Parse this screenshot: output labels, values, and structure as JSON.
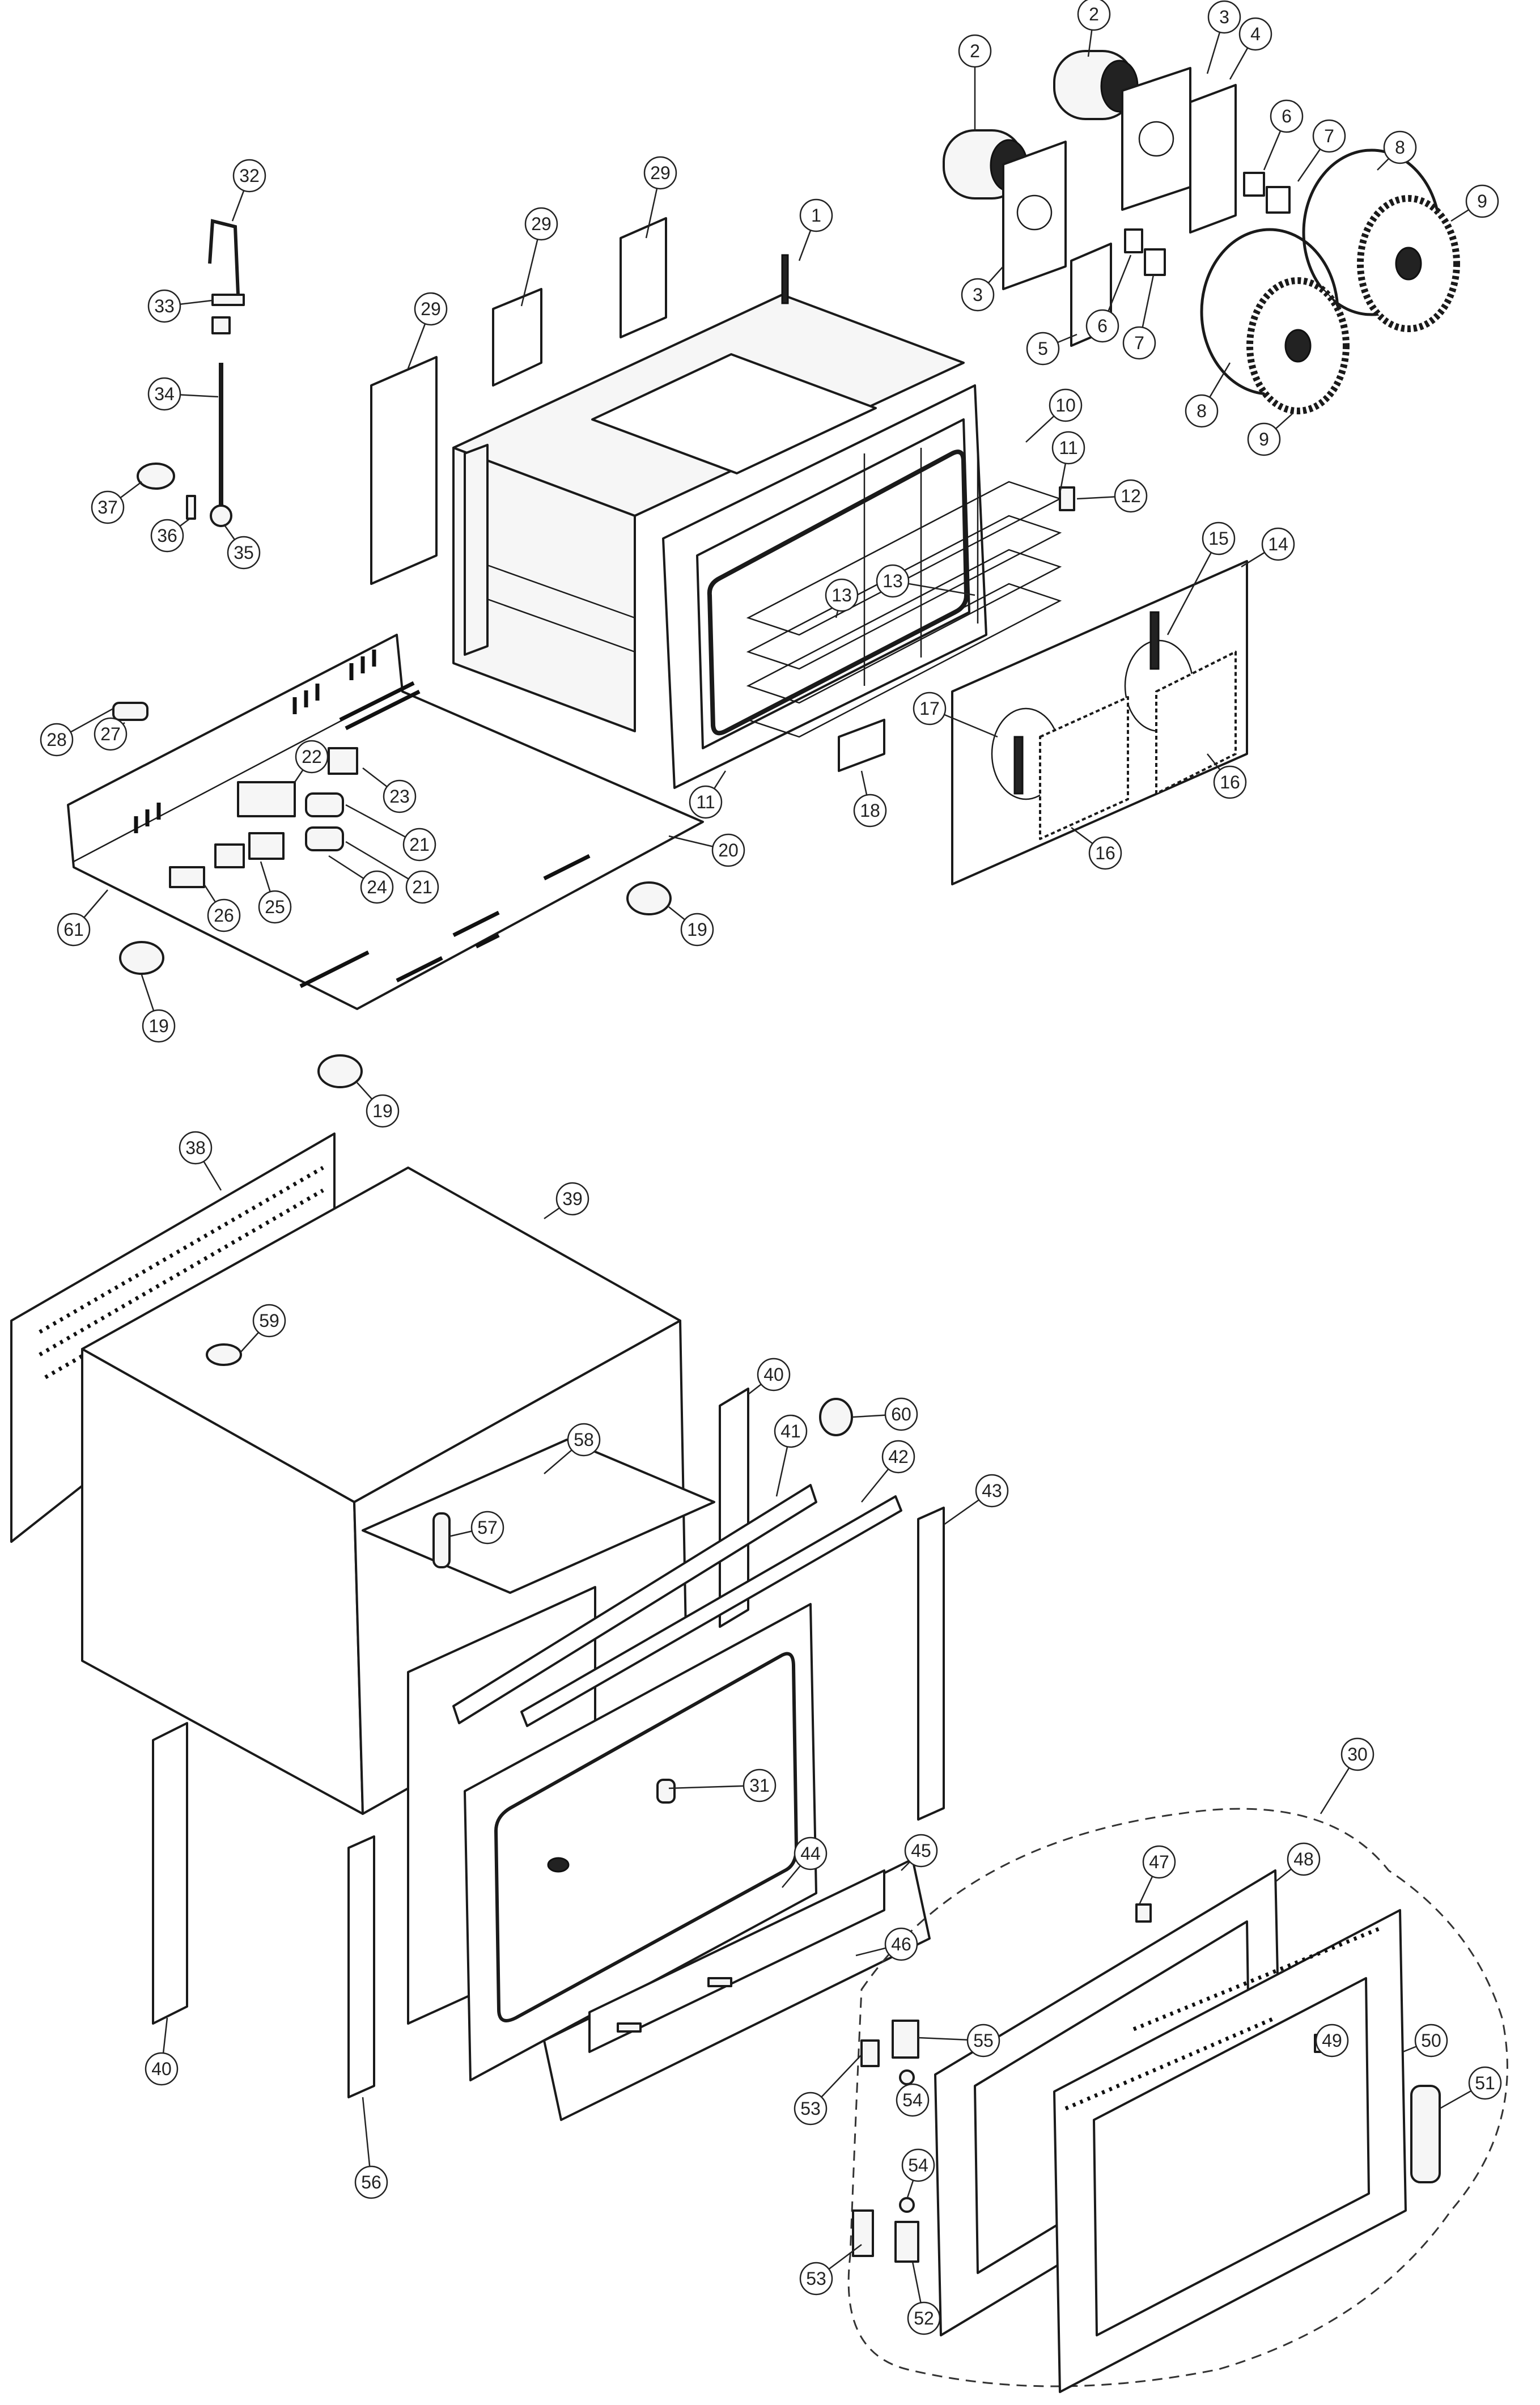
{
  "diagram": {
    "type": "exploded-parts-diagram",
    "subject": "convection oven",
    "callouts": [
      "1",
      "2",
      "2",
      "3",
      "3",
      "4",
      "5",
      "6",
      "6",
      "7",
      "7",
      "8",
      "8",
      "9",
      "9",
      "10",
      "11",
      "11",
      "12",
      "13",
      "13",
      "14",
      "15",
      "16",
      "16",
      "17",
      "18",
      "19",
      "19",
      "19",
      "20",
      "21",
      "21",
      "22",
      "23",
      "24",
      "25",
      "26",
      "27",
      "28",
      "29",
      "29",
      "29",
      "30",
      "31",
      "32",
      "33",
      "34",
      "35",
      "36",
      "37",
      "38",
      "39",
      "40",
      "40",
      "41",
      "42",
      "43",
      "44",
      "45",
      "46",
      "47",
      "48",
      "49",
      "50",
      "51",
      "52",
      "53",
      "53",
      "54",
      "54",
      "55",
      "56",
      "57",
      "58",
      "59",
      "60",
      "61"
    ]
  }
}
